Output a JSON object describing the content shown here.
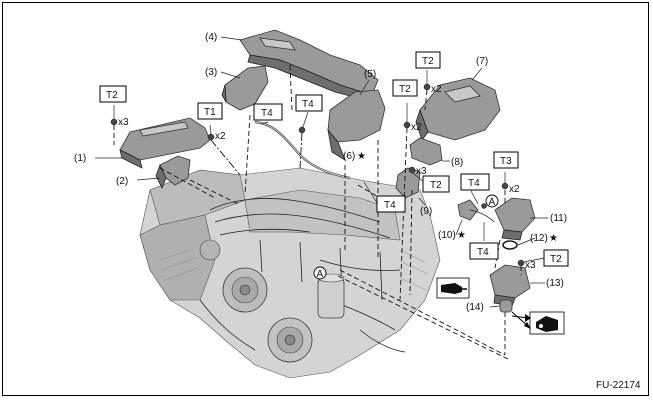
{
  "figure_code": "FU-22174",
  "callouts": {
    "p1": "(1)",
    "p2": "(2)",
    "p3": "(3)",
    "p4": "(4)",
    "p5": "(5)",
    "p6": "(6)",
    "p7": "(7)",
    "p8": "(8)",
    "p9": "(9)",
    "p10": "(10)",
    "p11": "(11)",
    "p12": "(12)",
    "p13": "(13)",
    "p14": "(14)"
  },
  "torque": {
    "t2_a": "T2",
    "t1": "T1",
    "t4_a": "T4",
    "t4_b": "T4",
    "t2_b": "T2",
    "t2_c": "T2",
    "t2_d": "T2",
    "t4_c": "T4",
    "t3": "T3",
    "t4_d": "T4",
    "t4_e": "T4",
    "t2_e": "T2"
  },
  "quantities": {
    "x3_a": "x3",
    "x2_a": "x2",
    "x2_b": "x2",
    "x2_c": "x2",
    "x3_b": "x3",
    "x2_d": "x2",
    "x3_c": "x3"
  },
  "markers": {
    "star": "★",
    "point_a": "A"
  }
}
